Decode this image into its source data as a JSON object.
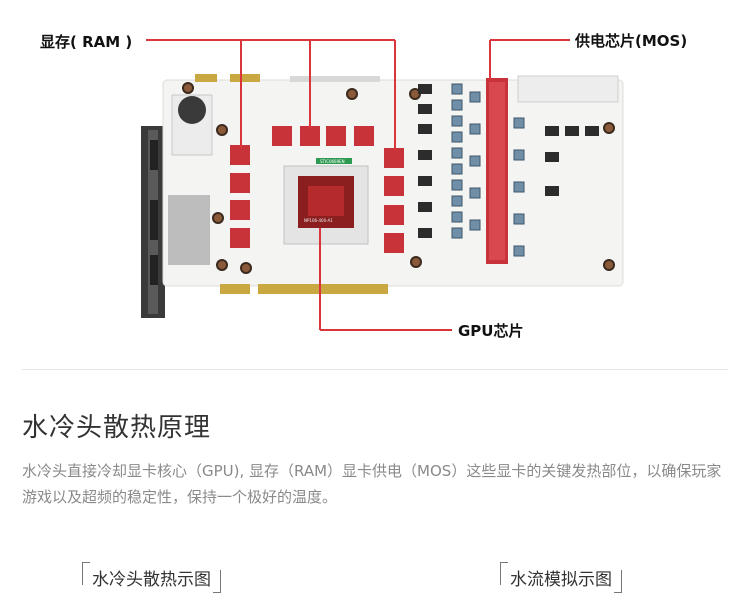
{
  "labels": {
    "ram": "显存( RAM )",
    "mos": "供电芯片(MOS)",
    "gpu": "GPU芯片",
    "chip_marking_top": "STIC0669EN",
    "chip_marking_core": "NP106-400-A1"
  },
  "section": {
    "heading": "水冷头散热原理",
    "description": "水冷头直接冷却显卡核心（GPU), 显存（RAM）显卡供电（MOS）这些显卡的关键发热部位，以确保玩家游戏以及超频的稳定性，保持一个极好的温度。"
  },
  "captions": {
    "left": "水冷头散热示图",
    "right": "水流模拟示图"
  },
  "colors": {
    "callout_line": "#d9353b",
    "pad_red": "#c8333a",
    "board": "#f4f4f2"
  }
}
